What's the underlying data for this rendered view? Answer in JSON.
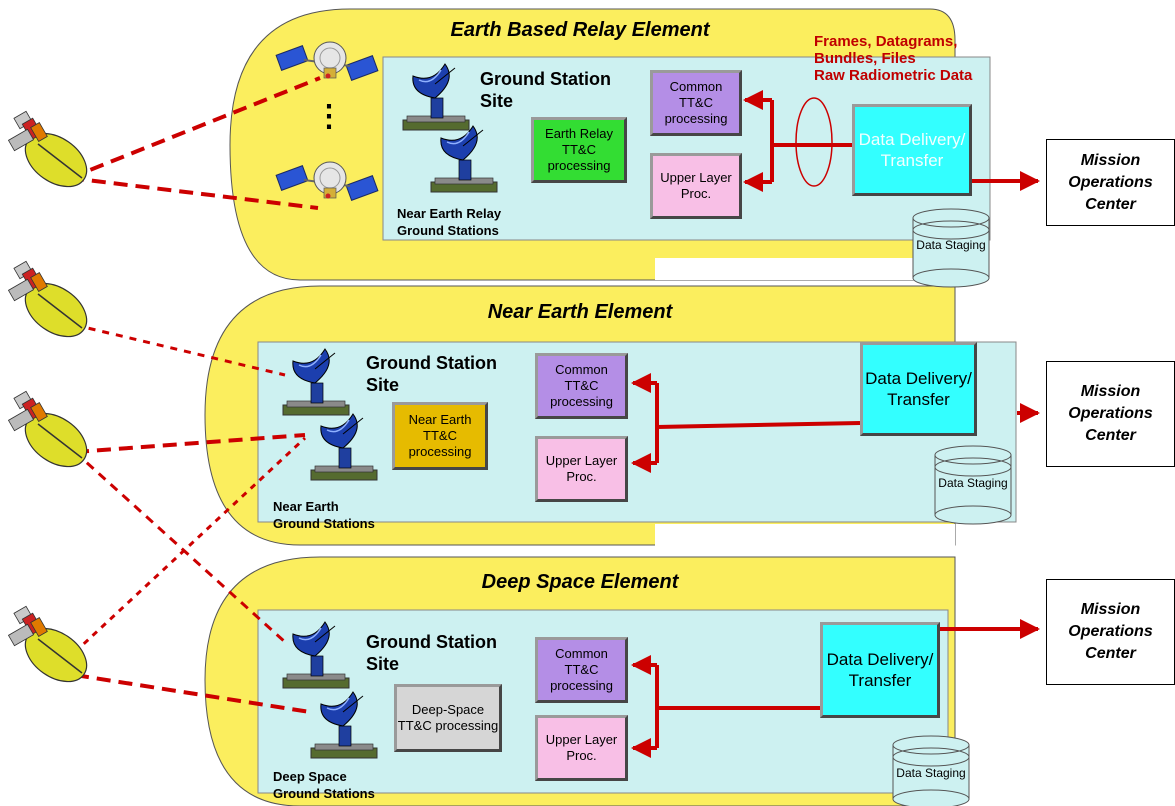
{
  "elements": [
    {
      "title": "Earth Based Relay Element",
      "site_label": "Ground Station Site",
      "stations_label_line1": "Near Earth Relay",
      "stations_label_line2": "Ground Stations",
      "ttc_label": "Earth Relay TT&C processing",
      "ttc_color": "#33dd33",
      "common_label": "Common TT&C processing",
      "upper_label": "Upper Layer Proc.",
      "delivery_label": "Data Delivery/ Transfer",
      "staging_label": "Data Staging",
      "moc_label": "Mission Operations Center"
    },
    {
      "title": "Near Earth Element",
      "site_label": "Ground Station Site",
      "stations_label_line1": "Near Earth",
      "stations_label_line2": "Ground Stations",
      "ttc_label": "Near Earth TT&C processing",
      "ttc_color": "#e6bb00",
      "common_label": "Common TT&C processing",
      "upper_label": "Upper Layer Proc.",
      "delivery_label": "Data Delivery/ Transfer",
      "staging_label": "Data Staging",
      "moc_label": "Mission Operations Center"
    },
    {
      "title": "Deep Space Element",
      "site_label": "Ground Station Site",
      "stations_label_line1": "Deep Space",
      "stations_label_line2": "Ground Stations",
      "ttc_label": "Deep-Space TT&C processing",
      "ttc_color": "#d6d6d6",
      "common_label": "Common TT&C processing",
      "upper_label": "Upper Layer Proc.",
      "delivery_label": "Data Delivery/ Transfer",
      "staging_label": "Data Staging",
      "moc_label": "Mission Operations Center"
    }
  ],
  "relay_data_types": [
    "Frames, Datagrams,",
    "Bundles, Files",
    "Raw Radiometric Data"
  ],
  "relay_ellipsis": "⋮",
  "colors": {
    "element_fill": "#fbee5e",
    "site_fill": "#cdf1f1",
    "common_fill": "#b48ee6",
    "upper_fill": "#f8bfe6",
    "delivery_fill": "#33ffff",
    "link_red": "#cc0000"
  },
  "icons": [
    "spacecraft-icon",
    "relay-satellite-icon",
    "ground-antenna-icon",
    "data-staging-cylinder-icon",
    "arrow-icon"
  ]
}
